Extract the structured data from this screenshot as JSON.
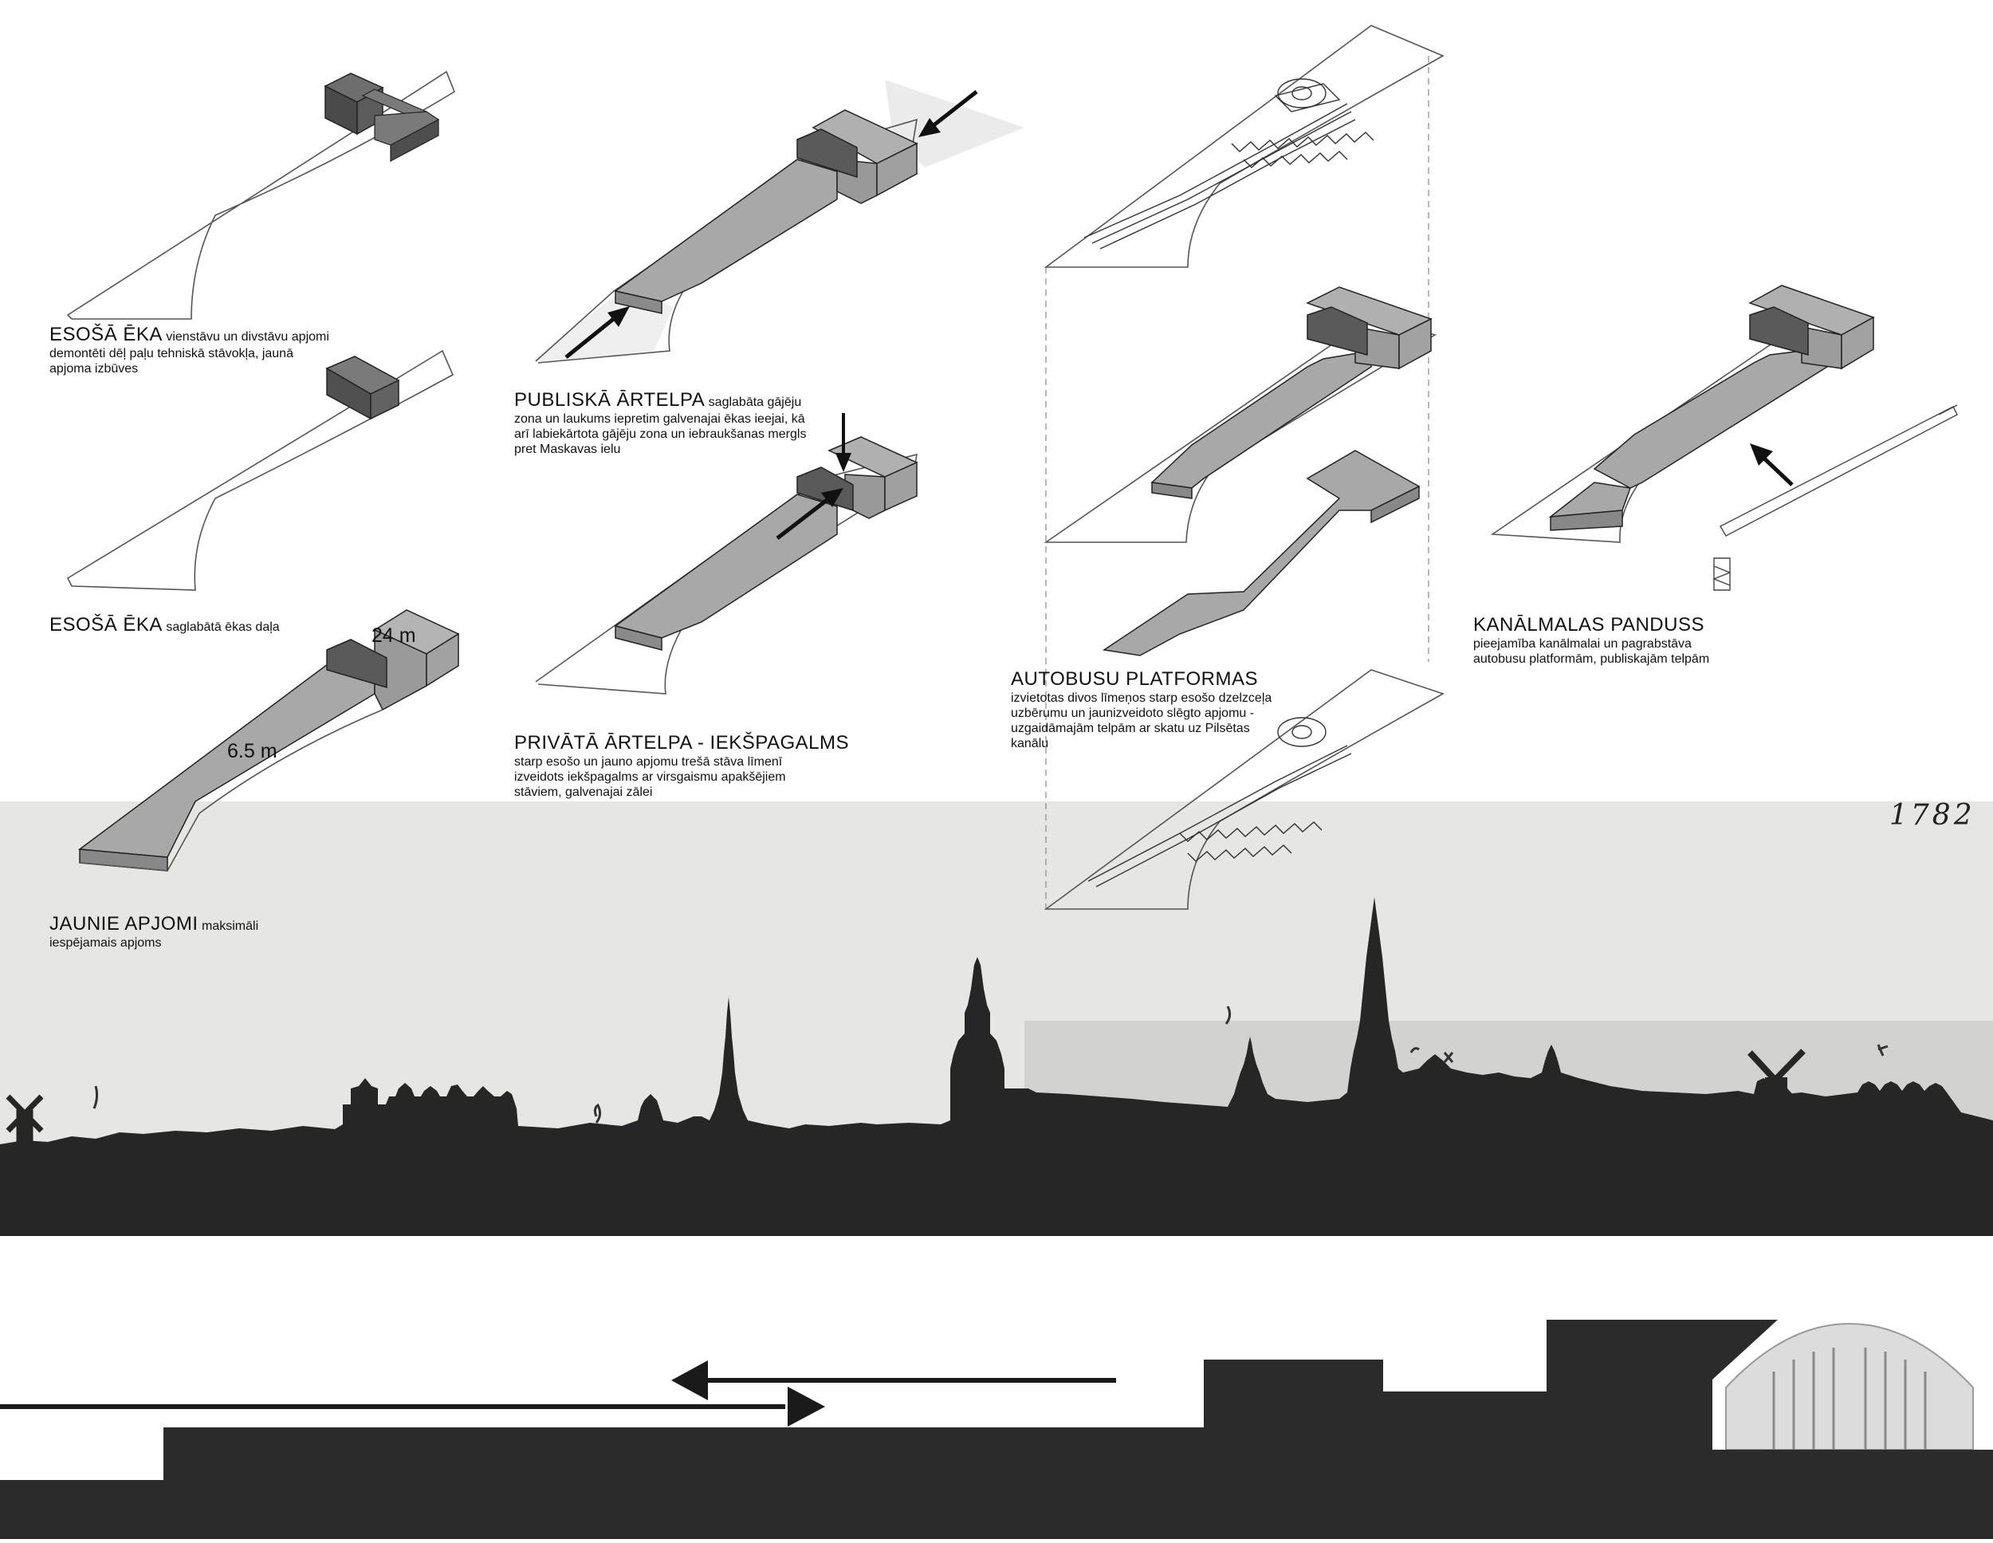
{
  "captions": {
    "existing_demolish": {
      "title": "ESOŠĀ ĒKA",
      "desc": "vienstāvu un divstāvu apjomi demontēti dēļ paļu tehniskā stāvokļa, jaunā apjoma izbūves"
    },
    "existing_keep": {
      "title": "ESOŠĀ ĒKA",
      "desc": "saglabātā ēkas daļa"
    },
    "new_volumes": {
      "title": "JAUNIE APJOMI",
      "desc": "maksimāli iespējamais apjoms"
    },
    "public_space": {
      "title": "PUBLISKĀ ĀRTELPA",
      "desc": "saglabāta gājēju zona un laukums iepretim galvenajai ēkas ieejai, kā arī labiekārtota gājēju zona un iebraukšanas mergls pret Maskavas ielu"
    },
    "private_courtyard": {
      "title": "PRIVĀTĀ ĀRTELPA - IEKŠPAGALMS",
      "desc": "starp esošo un jauno apjomu trešā stāva līmenī izveidots iekšpagalms ar virsgaismu apakšējiem stāviem, galvenajai zālei"
    },
    "bus_platforms": {
      "title": "AUTOBUSU PLATFORMAS",
      "desc": "izvietotas divos līmeņos starp esošo dzelzceļa uzbērumu un jaunizveidoto slēgto apjomu - uzgaidāmajām telpām ar skatu uz Pilsētas kanālu"
    },
    "canal_ramp": {
      "title": "KANĀLMALAS PANDUSS",
      "desc": "pieejamība kanālmalai un pagrabstāva autobusu platformām, publiskajām telpām"
    }
  },
  "dimensions": {
    "width_label": "24 m",
    "height_label": "6.5 m"
  },
  "panorama": {
    "year": "1782"
  },
  "colors": {
    "volume_fill": "#a8a8a8",
    "volume_dark": "#6c6c6c",
    "silhouette": "#2b2b2b",
    "background": "#ffffff"
  }
}
